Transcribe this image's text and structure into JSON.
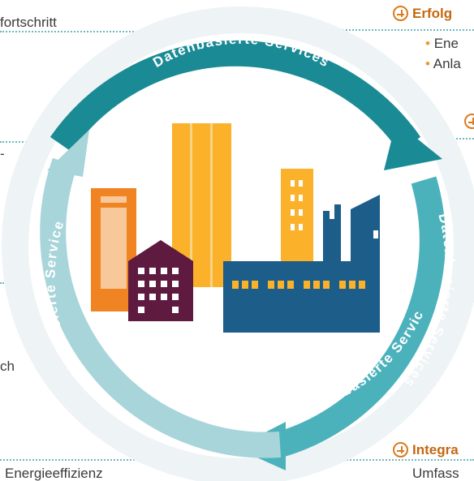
{
  "cycle": {
    "arc_top": "Datenbasierte Services",
    "arc_right": "Datenbasierte Services",
    "arc_left": "Datenbasierte Services",
    "arc_bottom": "Datenbasierte Services"
  },
  "left": {
    "text_top": "fortschritt",
    "text_upper": "-",
    "text_lower": "ch",
    "text_bottom": "Energieeffizienz"
  },
  "right": {
    "header_top": "Erfolg",
    "bullet_1": "Ene",
    "bullet_2": "Anla",
    "header_bottom": "Integra",
    "text_bottom": "Umfass"
  },
  "colors": {
    "arc_dark": "#1a8a95",
    "arc_mid": "#4bb2bc",
    "arc_light": "#a8d5da",
    "building_orange": "#f08422",
    "building_yellow": "#fbb12a",
    "building_purple": "#5e1a3f",
    "factory_blue": "#1c5d8a",
    "accent_orange": "#d97a1e"
  }
}
